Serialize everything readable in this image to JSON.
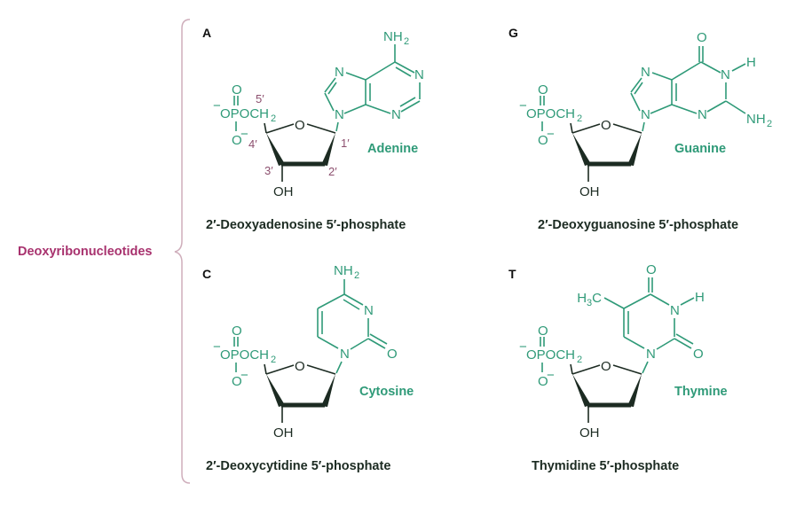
{
  "side_label": "Deoxyribonucleotides",
  "atoms": {
    "o": "O",
    "p_group": "OPOCH",
    "sub2": "2",
    "sub3": "3",
    "minus": "−",
    "oh": "OH",
    "n": "N",
    "nh": "NH",
    "h": "H",
    "c": "C"
  },
  "primes": {
    "p5": "5′",
    "p4": "4′",
    "p3": "3′",
    "p2": "2′",
    "p1": "1′"
  },
  "panels": [
    {
      "letter": "A",
      "base": "Adenine",
      "caption": "2′-Deoxyadenosine 5′-phosphate"
    },
    {
      "letter": "G",
      "base": "Guanine",
      "caption": "2′-Deoxyguanosine 5′-phosphate"
    },
    {
      "letter": "C",
      "base": "Cytosine",
      "caption": "2′-Deoxycytidine 5′-phosphate"
    },
    {
      "letter": "T",
      "base": "Thymine",
      "caption": "Thymidine 5′-phosphate"
    }
  ],
  "colors": {
    "green": "#2f9a78",
    "dark": "#1c2b22",
    "magenta": "#a8326e",
    "prime": "#8c4f6e",
    "bracket": "#cfaebb"
  }
}
